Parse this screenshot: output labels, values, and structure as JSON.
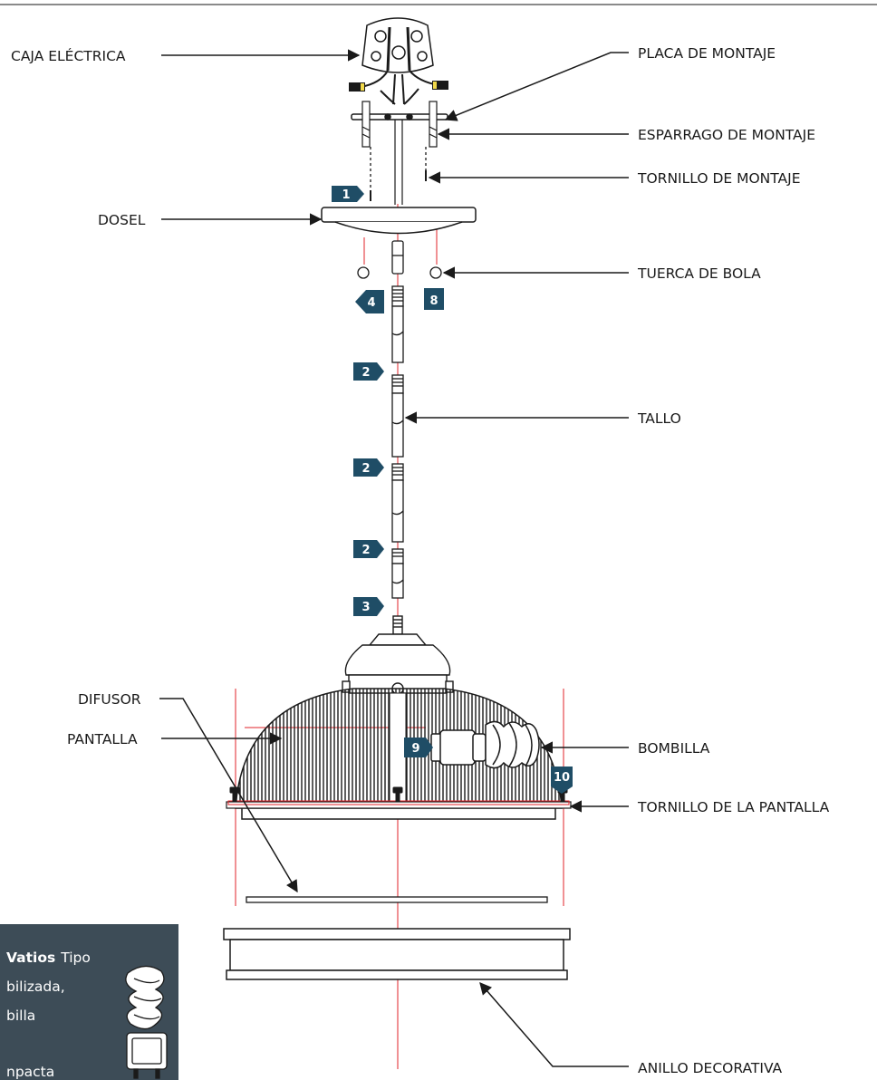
{
  "colors": {
    "badge": "#1f4d66",
    "guide_line": "#e2232a",
    "note_bg": "#3d4c57",
    "ink": "#1a1a1a"
  },
  "labels": {
    "caja": "CAJA ELÉCTRICA",
    "placa": "PLACA DE MONTAJE",
    "esparrago": "ESPARRAGO DE MONTAJE",
    "tornillo_montaje": "TORNILLO DE MONTAJE",
    "dosel": "DOSEL",
    "tuerca": "TUERCA DE BOLA",
    "tallo": "TALLO",
    "pantalla": "PANTALLA",
    "tornillo_pantalla": "TORNILLO DE LA PANTALLA",
    "difusor": "DIFUSOR",
    "bombilla": "BOMBILLA",
    "anillo": "ANILLO DECORATIVA"
  },
  "steps": {
    "s1": "1",
    "s2a": "2",
    "s2b": "2",
    "s2c": "2",
    "s3": "3",
    "s4": "4",
    "s8": "8",
    "s9": "9",
    "s10": "10"
  },
  "note": {
    "bold": "Vatios",
    "line1_rest": "Tipo",
    "line2": "bilizada,",
    "line3": "billa",
    "line4": "npacta"
  },
  "icons": {
    "bulb": "cfl-bulb-icon"
  }
}
